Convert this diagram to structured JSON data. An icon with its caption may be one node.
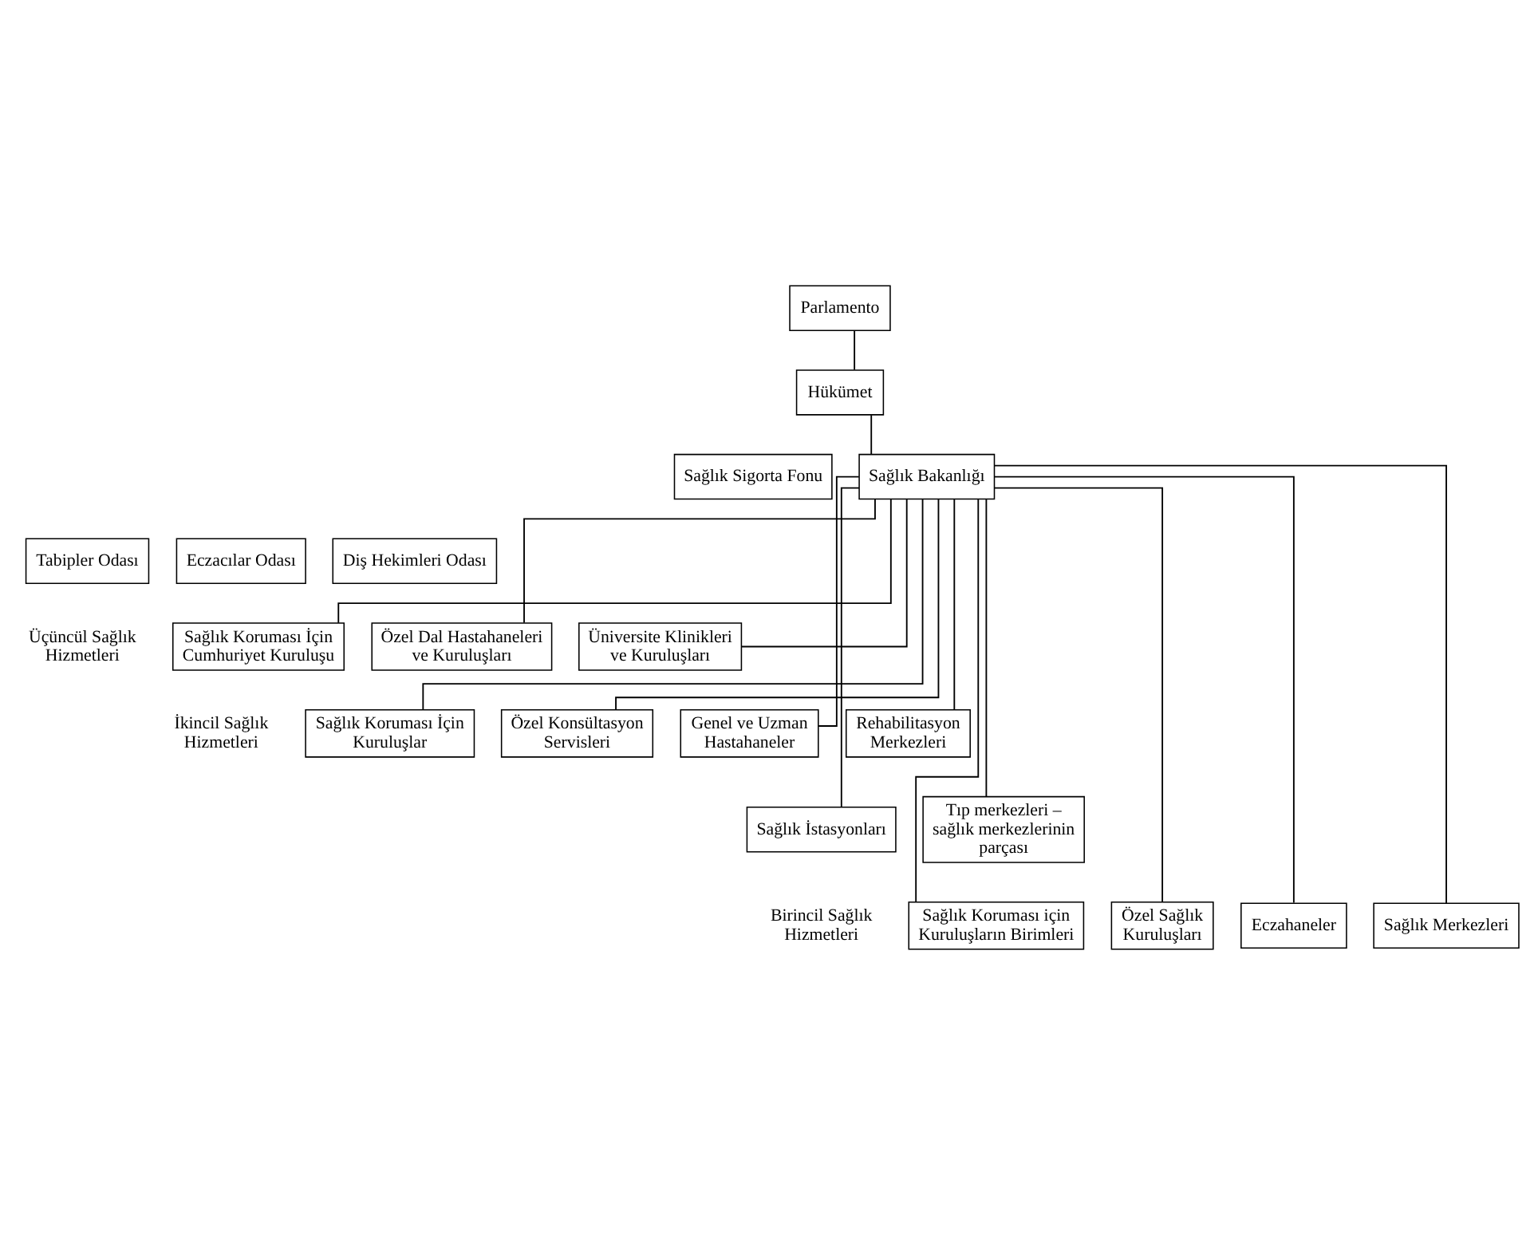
{
  "diagram": {
    "nodes": [
      {
        "text": [
          "Parlamento"
        ]
      },
      {
        "text": [
          "Hükümet"
        ]
      },
      {
        "text": [
          "Sağlık Sigorta Fonu"
        ]
      },
      {
        "text": [
          "Sağlık Bakanlığı"
        ]
      },
      {
        "text": [
          "Tabipler Odası"
        ]
      },
      {
        "text": [
          "Eczacılar Odası"
        ]
      },
      {
        "text": [
          "Diş Hekimleri Odası"
        ]
      },
      {
        "text": [
          "Sağlık Koruması İçin Cumhuriyet Kuruluşu"
        ]
      },
      {
        "text": [
          "Özel Dal Hastahaneleri ve Kuruluşları"
        ]
      },
      {
        "text": [
          "Üniversite Klinikleri ve Kuruluşları"
        ]
      },
      {
        "text": [
          "Sağlık Koruması İçin Kuruluşlar"
        ]
      },
      {
        "text": [
          "Özel Konsültasyon Servisleri"
        ]
      },
      {
        "text": [
          "Genel ve Uzman Hastahaneler"
        ]
      },
      {
        "text": [
          "Rehabilitasyon Merkezleri"
        ]
      },
      {
        "text": [
          "Sağlık İstasyonları"
        ]
      },
      {
        "text": [
          "Tıp merkezleri – sağlık merkezlerinin parçası"
        ]
      },
      {
        "text": [
          "Sağlık Koruması için Kuruluşların Birimleri"
        ]
      },
      {
        "text": [
          "Özel Sağlık Kuruluşları"
        ]
      },
      {
        "text": [
          "Eczahaneler"
        ]
      },
      {
        "text": [
          "Sağlık Merkezleri"
        ]
      }
    ],
    "edges": [
      {
        "from": 0,
        "to": 1,
        "arrow": "none"
      },
      {
        "from": 1,
        "to": 3,
        "arrow": "none"
      },
      {
        "from": 3,
        "to": 7,
        "arrow": "none"
      },
      {
        "from": 3,
        "to": 8,
        "arrow": "none"
      },
      {
        "from": 3,
        "to": 9,
        "arrow": "none"
      },
      {
        "from": 3,
        "to": 10,
        "arrow": "none"
      },
      {
        "from": 3,
        "to": 11,
        "arrow": "none"
      },
      {
        "from": 3,
        "to": 12,
        "arrow": "none"
      },
      {
        "from": 3,
        "to": 13,
        "arrow": "none"
      },
      {
        "from": 3,
        "to": 14,
        "arrow": "none"
      },
      {
        "from": 3,
        "to": 15,
        "arrow": "none"
      },
      {
        "from": 3,
        "to": 16,
        "arrow": "none"
      },
      {
        "from": 3,
        "to": 17,
        "arrow": "none"
      },
      {
        "from": 3,
        "to": 18,
        "arrow": "none"
      },
      {
        "from": 3,
        "to": 19,
        "arrow": "none"
      }
    ],
    "labels": [
      "Üçüncül Sağlık Hizmetleri",
      "İkincil Sağlık Hizmetleri",
      "Birincil Sağlık Hizmetleri"
    ]
  }
}
